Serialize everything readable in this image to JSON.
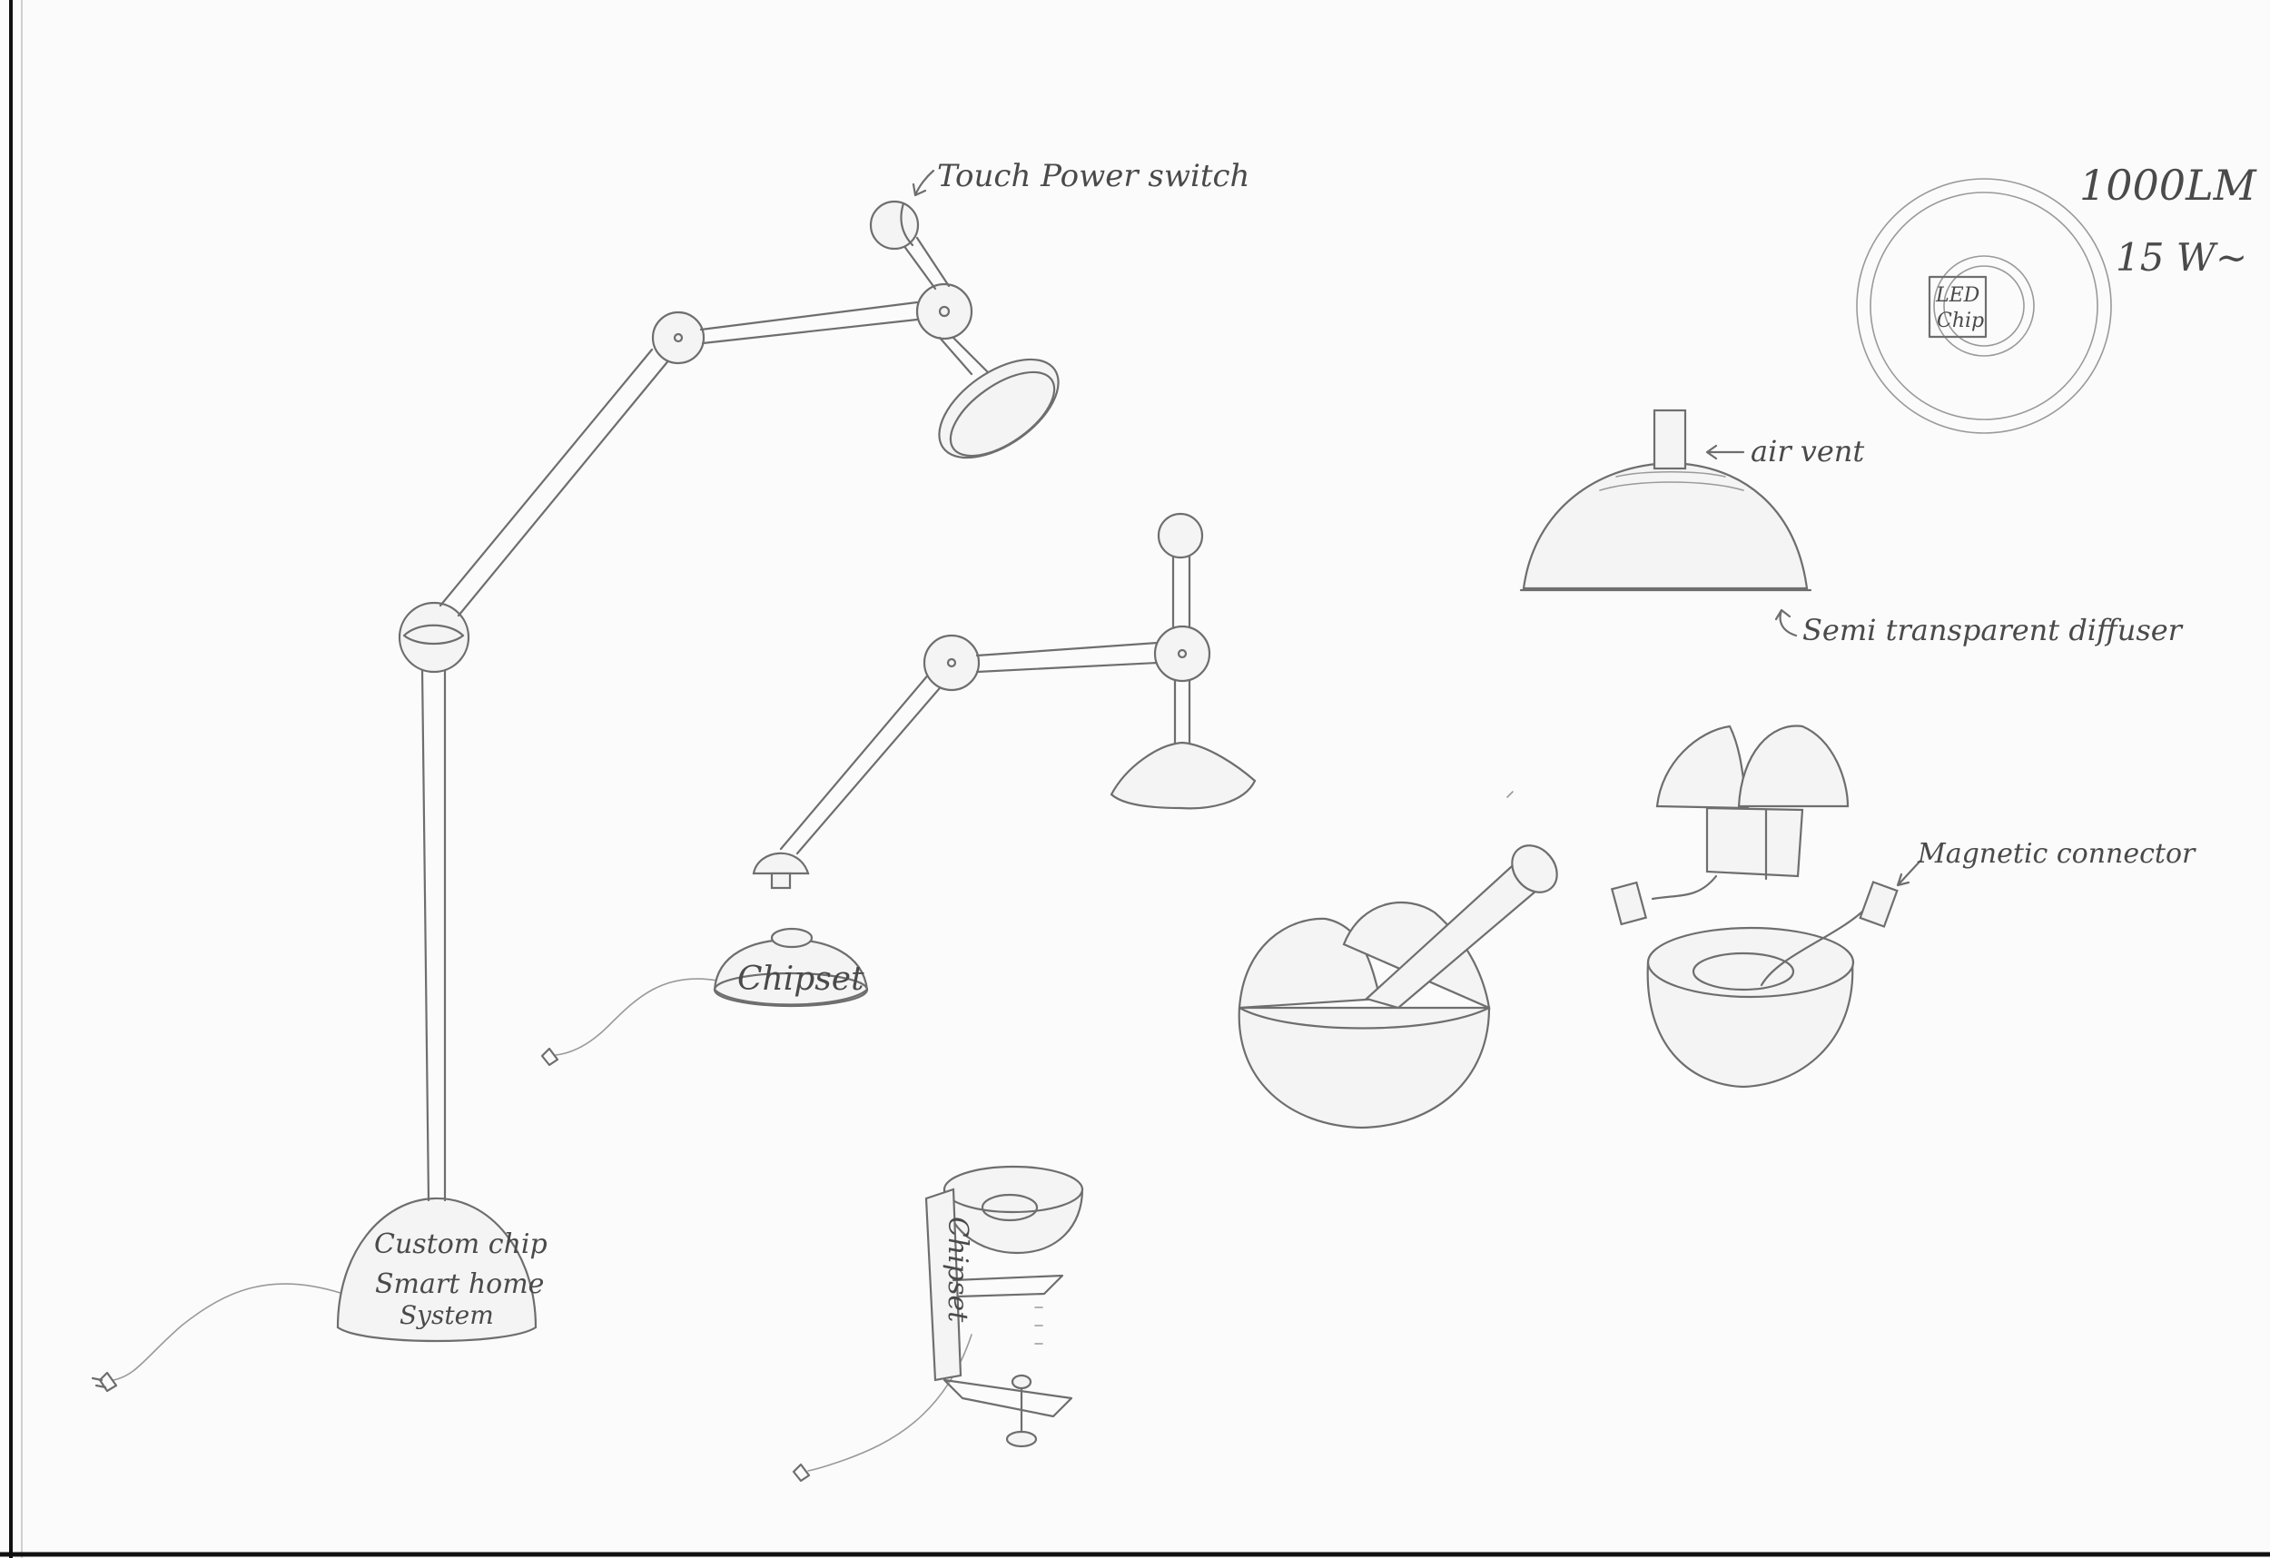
{
  "annotations": {
    "touch_switch": "Touch Power switch",
    "lumens": "1000LM",
    "watts": "15 W~",
    "led_line1": "LED",
    "led_line2": "Chip",
    "air_vent": "air vent",
    "diffuser": "Semi transparent diffuser",
    "magnetic": "Magnetic connector",
    "custom_chip": "Custom chip",
    "smart_home1": "Smart home",
    "smart_home2": "System",
    "chipset_desk": "Chipset",
    "chipset_clamp": "Chipset"
  }
}
